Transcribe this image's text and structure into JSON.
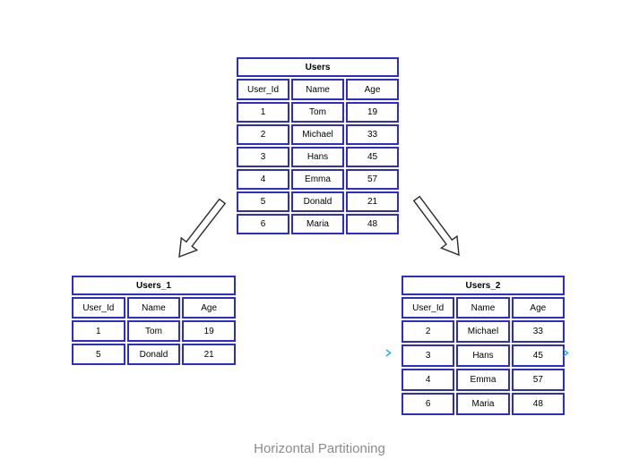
{
  "caption": "Horizontal Partitioning",
  "colors": {
    "table_border": "#2d2bd2",
    "cell_background": "#ffffff",
    "text": "#000000",
    "caption_text": "#8b8b8f",
    "arrow_stroke": "#2b2b2b",
    "arrow_fill": "#ffffff",
    "page_background": "#ffffff",
    "connector_mark": "#2bb3e8"
  },
  "tables": {
    "users": {
      "title": "Users",
      "headers": [
        "User_Id",
        "Name",
        "Age"
      ],
      "rows": [
        [
          "1",
          "Tom",
          "19"
        ],
        [
          "2",
          "Michael",
          "33"
        ],
        [
          "3",
          "Hans",
          "45"
        ],
        [
          "4",
          "Emma",
          "57"
        ],
        [
          "5",
          "Donald",
          "21"
        ],
        [
          "6",
          "Maria",
          "48"
        ]
      ]
    },
    "users_1": {
      "title": "Users_1",
      "headers": [
        "User_Id",
        "Name",
        "Age"
      ],
      "rows": [
        [
          "1",
          "Tom",
          "19"
        ],
        [
          "5",
          "Donald",
          "21"
        ]
      ]
    },
    "users_2": {
      "title": "Users_2",
      "headers": [
        "User_Id",
        "Name",
        "Age"
      ],
      "rows": [
        [
          "2",
          "Michael",
          "33"
        ],
        [
          "3",
          "Hans",
          "45"
        ],
        [
          "4",
          "Emma",
          "57"
        ],
        [
          "6",
          "Maria",
          "48"
        ]
      ]
    }
  },
  "arrows": {
    "left": "arrow-to-users-1",
    "right": "arrow-to-users-2"
  }
}
